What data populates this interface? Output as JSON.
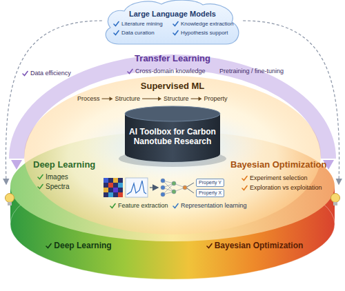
{
  "diagram": {
    "nodes": [
      {
        "text": [
          "Large Language Models",
          "Literature mining",
          "Knowledge extraction",
          "Data curation",
          "Hypothesis support"
        ]
      },
      {
        "text": [
          "Transfer Learning",
          "Data efficiency",
          "Cross-domain knowledge",
          "Pretraining / fine-tuning"
        ]
      },
      {
        "text": [
          "Supervised ML",
          "Process",
          "Structure",
          "Structure",
          "Property"
        ]
      },
      {
        "text": [
          "AI Toolbox for Carbon Nanotube Research"
        ]
      },
      {
        "text": [
          "Deep Learning",
          "Images",
          "Spectra"
        ]
      },
      {
        "text": [
          "Bayesian Optimization",
          "Experiment selection",
          "Exploration vs exploitation"
        ]
      },
      {
        "text": [
          "Property Y"
        ]
      },
      {
        "text": [
          "Property X"
        ]
      }
    ],
    "labels": [
      "Feature extraction",
      "Representation learning",
      "Deep Learning",
      "Bayesian Optimization"
    ]
  }
}
